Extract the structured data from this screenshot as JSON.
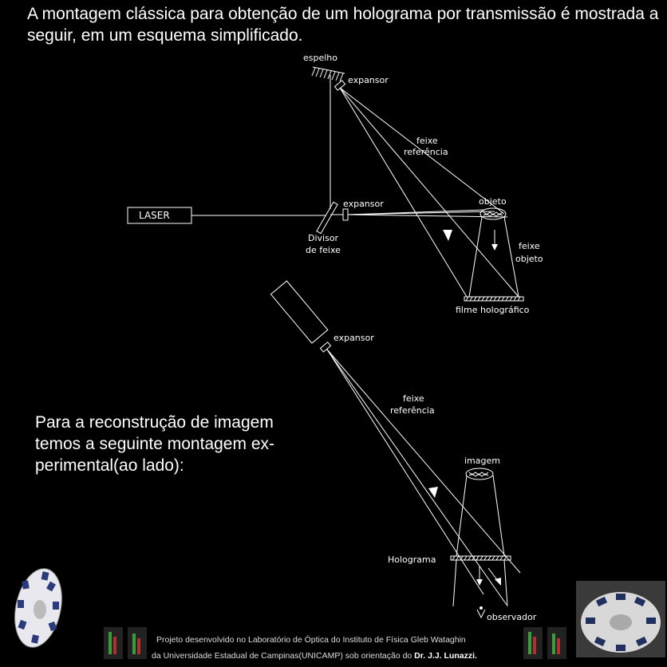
{
  "intro_text": "A montagem clássica para obtenção de um holograma por transmissão é mostrada a seguir, em um esquema simplificado.",
  "reconstruction_text": "Para a reconstrução de imagem temos a seguinte montagem ex-perimental(ao lado):",
  "setup1": {
    "mirror_label": "espelho",
    "expander_top_label": "expansor",
    "reference_beam_line1": "feixe",
    "reference_beam_line2": "referência",
    "laser_label": "LASER",
    "expander_mid_label": "expansor",
    "object_label": "objeto",
    "object_beam_line1": "feixe",
    "object_beam_line2": "objeto",
    "splitter_line1": "Divisor",
    "splitter_line2": "de feixe",
    "film_label": "filme holográfico"
  },
  "setup2": {
    "expander_label": "expansor",
    "reference_beam_line1": "feixe",
    "reference_beam_line2": "referência",
    "image_label": "imagem",
    "hologram_label": "Holograma",
    "observer_label": "observador"
  },
  "footer": {
    "line1": "Projeto desenvolvido no Laboratório de Óptica do Instituto de Física Gleb Wataghin",
    "line2_prefix": "da Universidade Estadual de Campinas(UNICAMP) sob orientação do ",
    "line2_author": "Dr. J.J. Lunazzi."
  },
  "colors": {
    "background": "#000000",
    "lines": "#ffffff",
    "text": "#ffffff"
  }
}
